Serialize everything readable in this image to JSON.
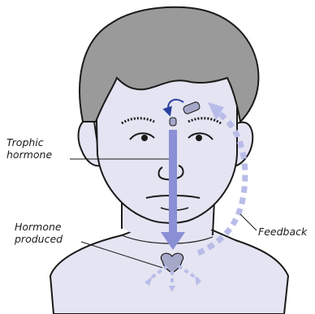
{
  "labels": {
    "trophic": [
      "Trophic",
      "hormone"
    ],
    "produced": [
      "Hormone",
      "produced"
    ],
    "feedback": "Feedback"
  },
  "colors": {
    "skin": "#e4e4f2",
    "hair": "#9a9a9a",
    "outline": "#1a1a1a",
    "arrow": "#8a8fd6",
    "feedback_arrow": "#b8bce8",
    "gland": "#a6a8c8",
    "dark_arrow": "#2b3fa0"
  },
  "icons": {
    "main_arrow": "down-arrow",
    "feedback_arrow": "dashed-curved-arrow",
    "pituitary_arrow": "curved-arrow"
  }
}
